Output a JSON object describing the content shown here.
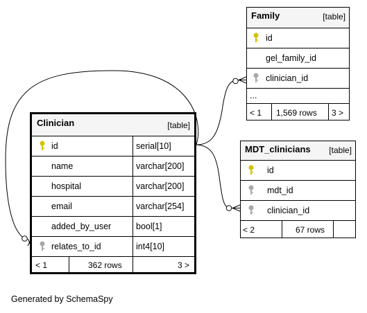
{
  "colors": {
    "primary_key": "#d4c200",
    "foreign_key": "#a8a8a8",
    "header_bg": "#f5f5f5"
  },
  "tables": {
    "family": {
      "name": "Family",
      "kind": "[table]",
      "columns": [
        {
          "name": "id",
          "key": "primary-key-icon"
        },
        {
          "name": "gel_family_id",
          "key": ""
        },
        {
          "name": "clinician_id",
          "key": "foreign-key-icon"
        }
      ],
      "ellipsis": "...",
      "footer": {
        "parents": "< 1",
        "rows": "1,569 rows",
        "children": "3 >"
      }
    },
    "clinician": {
      "name": "Clinician",
      "kind": "[table]",
      "columns": [
        {
          "name": "id",
          "type": "serial[10]",
          "key": "primary-key-icon"
        },
        {
          "name": "name",
          "type": "varchar[200]",
          "key": ""
        },
        {
          "name": "hospital",
          "type": "varchar[200]",
          "key": ""
        },
        {
          "name": "email",
          "type": "varchar[254]",
          "key": ""
        },
        {
          "name": "added_by_user",
          "type": "bool[1]",
          "key": ""
        },
        {
          "name": "relates_to_id",
          "type": "int4[10]",
          "key": "foreign-key-icon"
        }
      ],
      "footer": {
        "parents": "< 1",
        "rows": "362 rows",
        "children": "3 >"
      }
    },
    "mdt_clinicians": {
      "name": "MDT_clinicians",
      "kind": "[table]",
      "columns": [
        {
          "name": "id",
          "key": "primary-key-icon"
        },
        {
          "name": "mdt_id",
          "key": "foreign-key-icon"
        },
        {
          "name": "clinician_id",
          "key": "foreign-key-icon"
        }
      ],
      "footer": {
        "parents": "< 2",
        "rows": "67 rows",
        "children": ""
      }
    }
  },
  "generated_by": "Generated by SchemaSpy"
}
